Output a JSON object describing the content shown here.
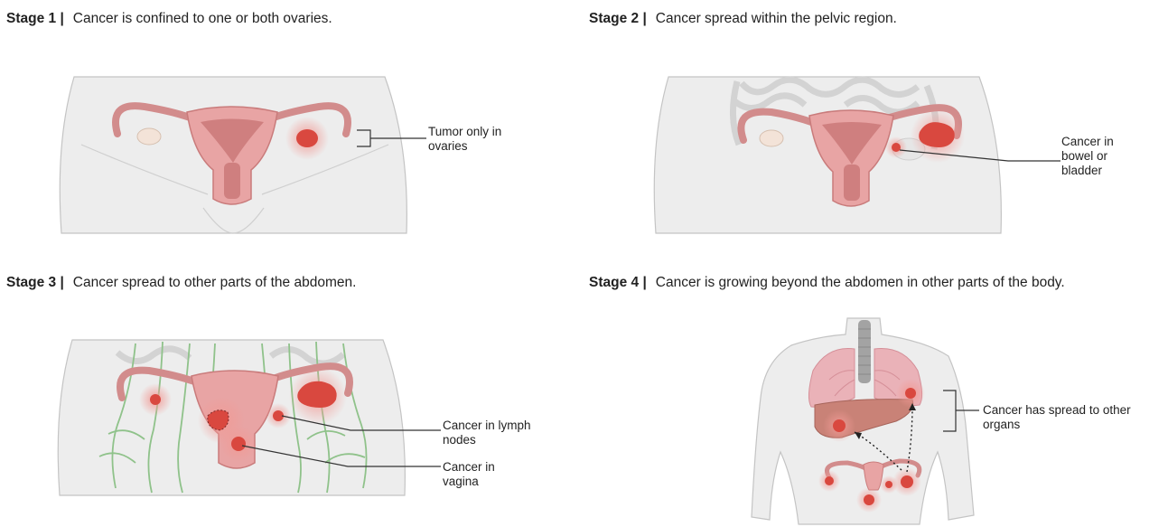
{
  "stages": [
    {
      "label": "Stage 1 |",
      "description": "Cancer is confined to one or both ovaries.",
      "annotations": [
        "Tumor only in ovaries"
      ]
    },
    {
      "label": "Stage 2 |",
      "description": "Cancer spread within the pelvic region.",
      "annotations": [
        "Cancer in bowel or bladder"
      ]
    },
    {
      "label": "Stage 3 |",
      "description": "Cancer spread to other parts of the abdomen.",
      "annotations": [
        "Cancer in lymph nodes",
        "Cancer in vagina"
      ]
    },
    {
      "label": "Stage 4 |",
      "description": "Cancer is growing beyond the abdomen in other parts of the body.",
      "annotations": [
        "Cancer has spread to other organs"
      ]
    }
  ],
  "colors": {
    "body": "#ededed",
    "body_outline": "#b9b9b9",
    "uterus": "#e8a4a4",
    "uterus_dark": "#c97b7b",
    "tumor": "#d9483f",
    "tumor_glow": "#f19a95",
    "lymph": "#8fc28a",
    "bowel": "#dcdcdc",
    "lung": "#eab2b8",
    "liver": "#c98277",
    "spine": "#a3a3a3"
  }
}
